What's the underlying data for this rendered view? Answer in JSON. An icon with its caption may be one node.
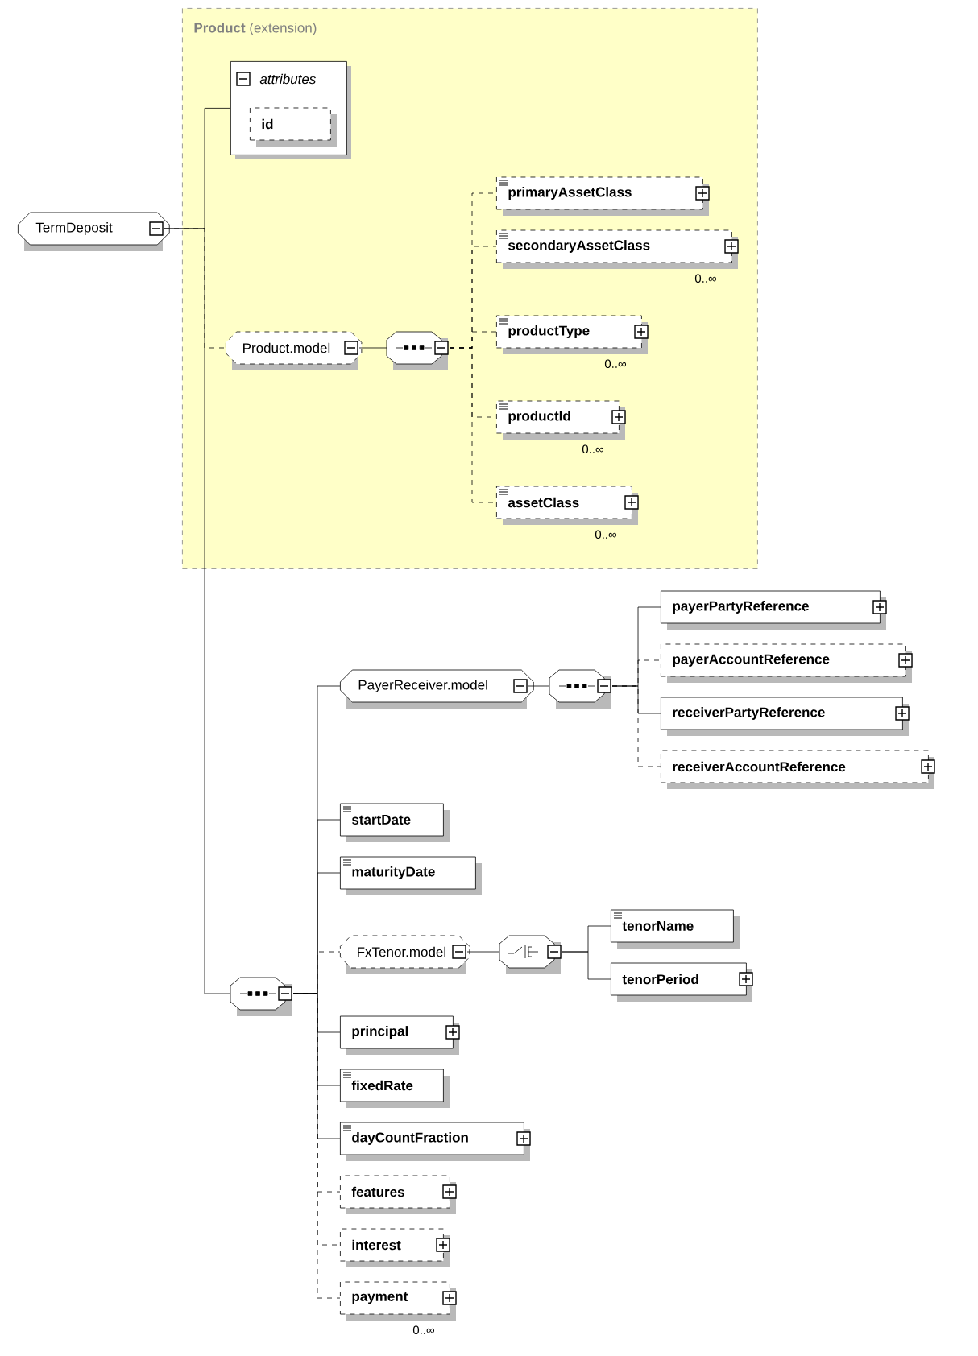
{
  "diagram": {
    "nodes": [
      {
        "text": [
          "TermDeposit"
        ]
      },
      {
        "text": [
          "**Product** (extension)"
        ]
      },
      {
        "text": [
          "attributes"
        ],
        "in": 1
      },
      {
        "text": [
          "id"
        ],
        "in": 2
      },
      {
        "text": [
          "Product.model"
        ],
        "in": 1
      },
      {
        "text": [],
        "shape": "octagon",
        "in": 1
      },
      {
        "text": [
          "primaryAssetClass"
        ],
        "in": 1
      },
      {
        "text": [
          "secondaryAssetClass"
        ],
        "beside": [
          "0..∞"
        ],
        "in": 1
      },
      {
        "text": [
          "productType"
        ],
        "beside": [
          "0..∞"
        ],
        "in": 1
      },
      {
        "text": [
          "productId"
        ],
        "beside": [
          "0..∞"
        ],
        "in": 1
      },
      {
        "text": [
          "assetClass"
        ],
        "beside": [
          "0..∞"
        ],
        "in": 1
      },
      {
        "text": [],
        "shape": "octagon"
      },
      {
        "text": [
          "PayerReceiver.model"
        ]
      },
      {
        "text": [],
        "shape": "octagon"
      },
      {
        "text": [
          "payerPartyReference"
        ]
      },
      {
        "text": [
          "payerAccountReference"
        ]
      },
      {
        "text": [
          "receiverPartyReference"
        ]
      },
      {
        "text": [
          "receiverAccountReference"
        ]
      },
      {
        "text": [
          "startDate"
        ]
      },
      {
        "text": [
          "maturityDate"
        ]
      },
      {
        "text": [
          "FxTenor.model"
        ]
      },
      {
        "text": [],
        "shape": "octagon"
      },
      {
        "text": [
          "tenorName"
        ]
      },
      {
        "text": [
          "tenorPeriod"
        ]
      },
      {
        "text": [
          "principal"
        ]
      },
      {
        "text": [
          "fixedRate"
        ]
      },
      {
        "text": [
          "dayCountFraction"
        ]
      },
      {
        "text": [
          "features"
        ]
      },
      {
        "text": [
          "interest"
        ]
      },
      {
        "text": [
          "payment"
        ],
        "beside": [
          "0..∞"
        ]
      }
    ],
    "edges": [
      {
        "from": 0,
        "to": 2,
        "arrow": "none"
      },
      {
        "from": 0,
        "to": 4,
        "arrow": "none",
        "style": "dashed"
      },
      {
        "from": 0,
        "to": 11,
        "arrow": "none"
      },
      {
        "from": 4,
        "to": 5,
        "arrow": "none"
      },
      {
        "from": 5,
        "to": 6,
        "arrow": "none",
        "style": "dashed"
      },
      {
        "from": 5,
        "to": 7,
        "arrow": "none",
        "style": "dashed"
      },
      {
        "from": 5,
        "to": 8,
        "arrow": "none",
        "style": "dashed"
      },
      {
        "from": 5,
        "to": 9,
        "arrow": "none",
        "style": "dashed"
      },
      {
        "from": 5,
        "to": 10,
        "arrow": "none",
        "style": "dashed"
      },
      {
        "from": 11,
        "to": 12,
        "arrow": "none"
      },
      {
        "from": 12,
        "to": 13,
        "arrow": "none"
      },
      {
        "from": 13,
        "to": 14,
        "arrow": "none"
      },
      {
        "from": 13,
        "to": 15,
        "arrow": "none",
        "style": "dashed"
      },
      {
        "from": 13,
        "to": 16,
        "arrow": "none"
      },
      {
        "from": 13,
        "to": 17,
        "arrow": "none",
        "style": "dashed"
      },
      {
        "from": 11,
        "to": 18,
        "arrow": "none"
      },
      {
        "from": 11,
        "to": 19,
        "arrow": "none"
      },
      {
        "from": 11,
        "to": 20,
        "arrow": "none",
        "style": "dashed"
      },
      {
        "from": 20,
        "to": 21,
        "arrow": "none"
      },
      {
        "from": 21,
        "to": 22,
        "arrow": "none"
      },
      {
        "from": 21,
        "to": 23,
        "arrow": "none"
      },
      {
        "from": 11,
        "to": 24,
        "arrow": "none"
      },
      {
        "from": 11,
        "to": 25,
        "arrow": "none"
      },
      {
        "from": 11,
        "to": 26,
        "arrow": "none"
      },
      {
        "from": 11,
        "to": 27,
        "arrow": "none",
        "style": "dashed"
      },
      {
        "from": 11,
        "to": 28,
        "arrow": "none",
        "style": "dashed"
      },
      {
        "from": 11,
        "to": 29,
        "arrow": "none",
        "style": "dashed"
      }
    ]
  }
}
